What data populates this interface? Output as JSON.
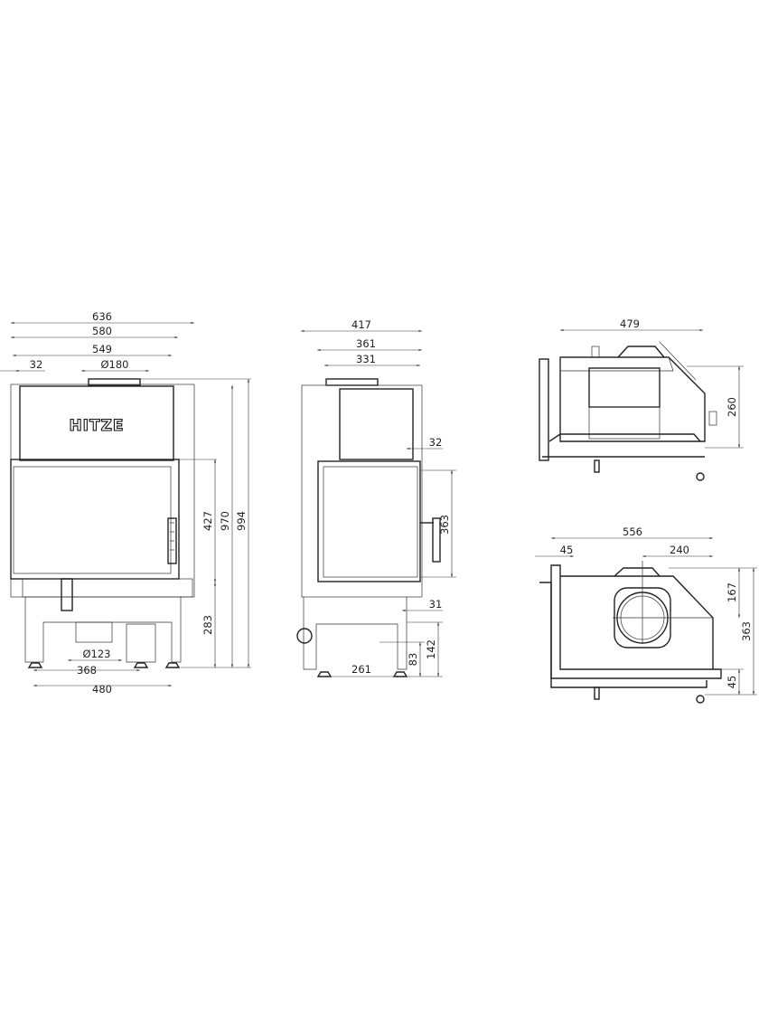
{
  "brand_logo": "HITZE",
  "front_view": {
    "dims": {
      "overall_width": "636",
      "width_580": "580",
      "width_549": "549",
      "offset_32": "32",
      "flue_diameter": "Ø180",
      "door_height": "427",
      "height_970": "970",
      "overall_height": "994",
      "base_height": "283",
      "air_inlet_diameter": "Ø123",
      "leg_spacing_368": "368",
      "leg_spacing_480": "480"
    }
  },
  "side_view": {
    "dims": {
      "overall_depth": "417",
      "depth_361": "361",
      "depth_331": "331",
      "offset_32": "32",
      "door_height": "363",
      "offset_31": "31",
      "height_142": "142",
      "height_83": "83",
      "leg_spacing_261": "261"
    }
  },
  "top_view": {
    "dims": {
      "width_479": "479",
      "depth_260": "260"
    }
  },
  "plan_view": {
    "dims": {
      "width_556": "556",
      "offset_45": "45",
      "flue_offset_240": "240",
      "flue_offset_167": "167",
      "depth_363": "363",
      "offset_45_vertical": "45"
    }
  }
}
